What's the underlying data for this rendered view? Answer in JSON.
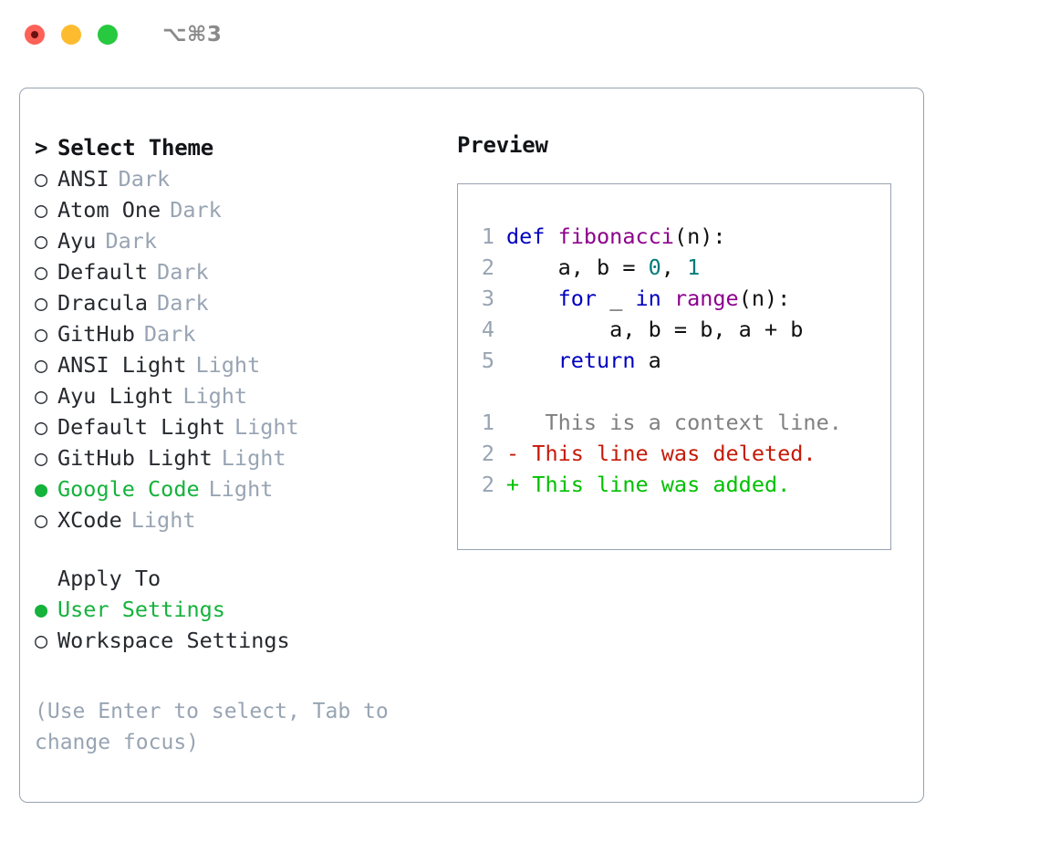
{
  "titlebar": {
    "shortcut": "⌥⌘3",
    "buttons": [
      {
        "name": "close",
        "color": "#fd6158"
      },
      {
        "name": "minimize",
        "color": "#fdbc2f"
      },
      {
        "name": "maximize",
        "color": "#27c93f"
      }
    ]
  },
  "theme_section": {
    "caret": ">",
    "heading": "Select Theme",
    "items": [
      {
        "bullet": "○",
        "label": "ANSI",
        "tag": "Dark",
        "selected": false
      },
      {
        "bullet": "○",
        "label": "Atom One",
        "tag": "Dark",
        "selected": false
      },
      {
        "bullet": "○",
        "label": "Ayu",
        "tag": "Dark",
        "selected": false
      },
      {
        "bullet": "○",
        "label": "Default",
        "tag": "Dark",
        "selected": false
      },
      {
        "bullet": "○",
        "label": "Dracula",
        "tag": "Dark",
        "selected": false
      },
      {
        "bullet": "○",
        "label": "GitHub",
        "tag": "Dark",
        "selected": false
      },
      {
        "bullet": "○",
        "label": "ANSI Light",
        "tag": "Light",
        "selected": false
      },
      {
        "bullet": "○",
        "label": "Ayu Light",
        "tag": "Light",
        "selected": false
      },
      {
        "bullet": "○",
        "label": "Default Light",
        "tag": "Light",
        "selected": false
      },
      {
        "bullet": "○",
        "label": "GitHub Light",
        "tag": "Light",
        "selected": false
      },
      {
        "bullet": "●",
        "label": "Google Code",
        "tag": "Light",
        "selected": true
      },
      {
        "bullet": "○",
        "label": "XCode",
        "tag": "Light",
        "selected": false
      }
    ]
  },
  "apply_section": {
    "heading": "Apply To",
    "items": [
      {
        "bullet": "●",
        "label": "User Settings",
        "selected": true
      },
      {
        "bullet": "○",
        "label": "Workspace Settings",
        "selected": false
      }
    ]
  },
  "hint": "(Use Enter to select, Tab to change focus)",
  "preview": {
    "title": "Preview",
    "code_lines": [
      {
        "num": "1",
        "tokens": [
          {
            "t": "def ",
            "c": "kw"
          },
          {
            "t": "fibonacci",
            "c": "fn"
          },
          {
            "t": "(n):",
            "c": "pl"
          }
        ]
      },
      {
        "num": "2",
        "tokens": [
          {
            "t": "    a, b = ",
            "c": "pl"
          },
          {
            "t": "0",
            "c": "num"
          },
          {
            "t": ", ",
            "c": "pl"
          },
          {
            "t": "1",
            "c": "num"
          }
        ]
      },
      {
        "num": "3",
        "tokens": [
          {
            "t": "    ",
            "c": "pl"
          },
          {
            "t": "for",
            "c": "kw"
          },
          {
            "t": " _ ",
            "c": "pl"
          },
          {
            "t": "in",
            "c": "kw"
          },
          {
            "t": " ",
            "c": "pl"
          },
          {
            "t": "range",
            "c": "fn"
          },
          {
            "t": "(n):",
            "c": "pl"
          }
        ]
      },
      {
        "num": "4",
        "tokens": [
          {
            "t": "        a, b = b, a + b",
            "c": "pl"
          }
        ]
      },
      {
        "num": "5",
        "tokens": [
          {
            "t": "    ",
            "c": "pl"
          },
          {
            "t": "return",
            "c": "kw"
          },
          {
            "t": " a",
            "c": "pl"
          }
        ]
      }
    ],
    "diff_lines": [
      {
        "num": "1",
        "marker": " ",
        "text": "  This is a context line.",
        "kind": "ctx"
      },
      {
        "num": "2",
        "marker": "-",
        "text": " This line was deleted.",
        "kind": "del"
      },
      {
        "num": "2",
        "marker": "+",
        "text": " This line was added.",
        "kind": "add"
      }
    ]
  },
  "colors": {
    "accent_green": "#15b23c",
    "muted": "#98a4b3",
    "border": "#97a3b2",
    "keyword": "#0000c0",
    "function": "#8d008d",
    "number": "#007a7a",
    "diff_deleted": "#c51a08",
    "diff_added": "#00c000",
    "diff_context": "#808080"
  }
}
